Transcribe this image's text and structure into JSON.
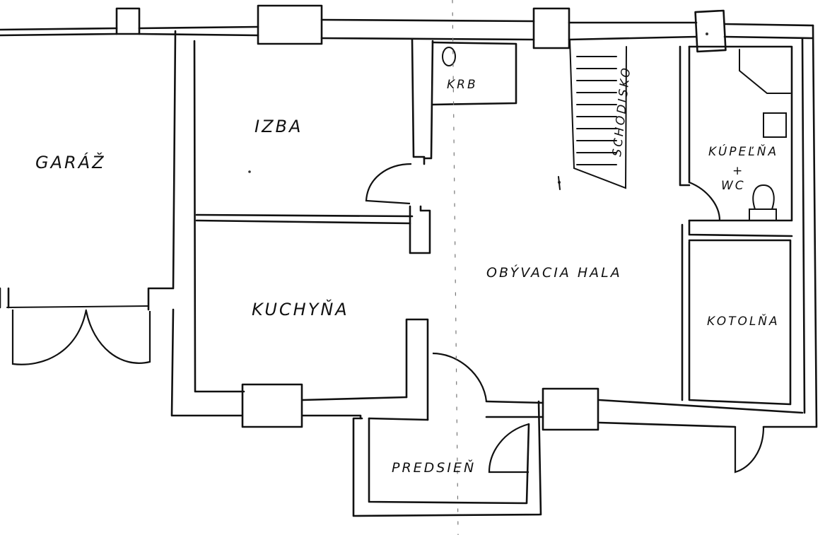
{
  "rooms": {
    "garage": "GARÁŽ",
    "room": "IZBA",
    "kitchen": "KUCHYŇA",
    "living_hall": "OBÝVACIA HALA",
    "fireplace": "KRB",
    "stairs": "SCHODISKO",
    "bathroom_line1": "KÚPEĽŇA",
    "bathroom_line2": "+",
    "bathroom_line3": "WC",
    "boiler_room": "KOTOLŇA",
    "entrance_hall": "PREDSIEŇ"
  }
}
